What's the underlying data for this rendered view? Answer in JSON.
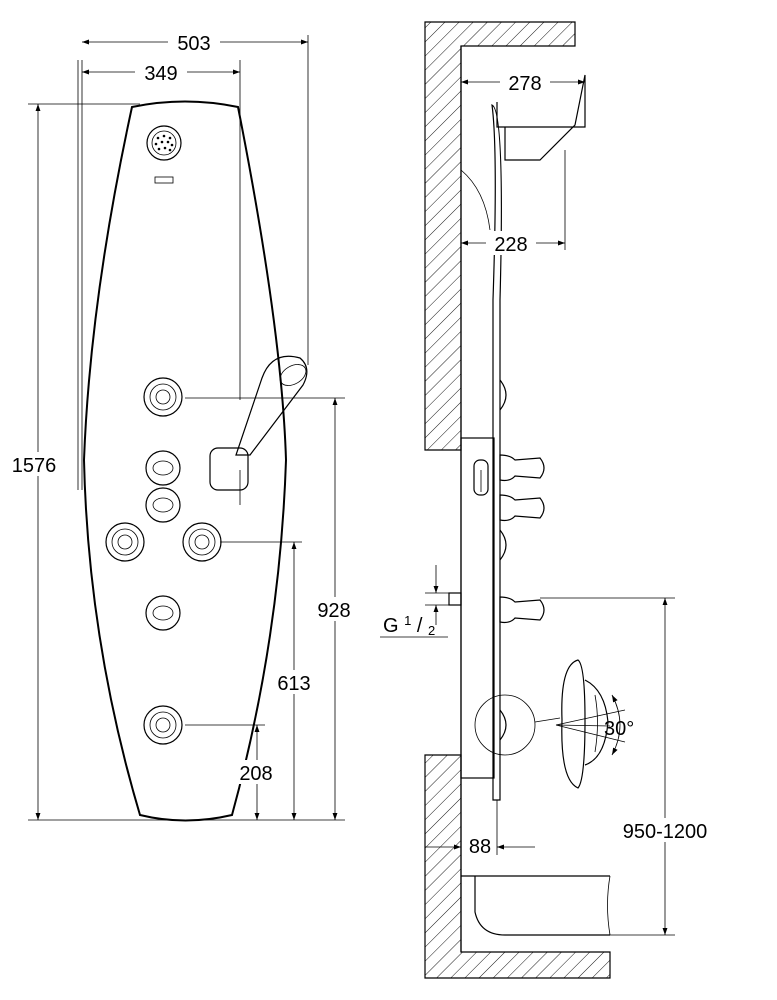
{
  "front_view": {
    "dimensions": {
      "overall_width": "503",
      "panel_width": "349",
      "overall_height": "1576",
      "top_jet_height": "928",
      "mid_jets_height": "613",
      "bottom_jet_height": "208"
    }
  },
  "side_view": {
    "dimensions": {
      "head_depth": "278",
      "head_depth_inner": "228",
      "connection_label": "G",
      "connection_fraction_num": "1",
      "connection_fraction_den": "2",
      "jet_angle": "30°",
      "floor_gap": "88",
      "install_height": "950-1200"
    }
  }
}
